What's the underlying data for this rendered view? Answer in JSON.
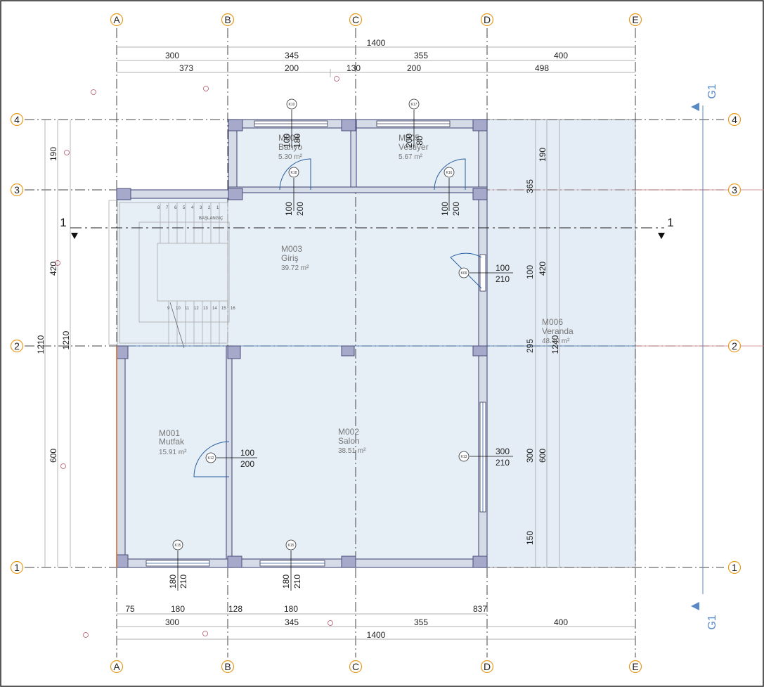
{
  "grid_columns": [
    {
      "label": "A"
    },
    {
      "label": "B"
    },
    {
      "label": "C"
    },
    {
      "label": "D"
    },
    {
      "label": "E"
    }
  ],
  "grid_rows": [
    {
      "label": "4"
    },
    {
      "label": "3"
    },
    {
      "label": "2"
    },
    {
      "label": "1"
    }
  ],
  "dims_top": {
    "overall": "1400",
    "row1": [
      "300",
      "345",
      "355",
      "400"
    ],
    "row2": [
      "373",
      "200",
      "130",
      "200",
      "498"
    ]
  },
  "dims_bottom": {
    "row1": [
      "75",
      "180",
      "128",
      "180",
      "837"
    ],
    "row2": [
      "300",
      "345",
      "355",
      "400"
    ],
    "overall": "1400"
  },
  "dims_left": {
    "outer": "1210",
    "mid": "1210",
    "inner": [
      "190",
      "420",
      "600"
    ]
  },
  "dims_right": {
    "outer": "1240",
    "mid": [
      "365",
      "420",
      "600"
    ],
    "inner": [
      "190",
      "100",
      "295",
      "300",
      "150"
    ]
  },
  "rooms": [
    {
      "code": "M001",
      "name": "Mutfak",
      "area": "15.91 m²"
    },
    {
      "code": "M002",
      "name": "Salon",
      "area": "38.51 m²"
    },
    {
      "code": "M003",
      "name": "Giriş",
      "area": "39.72 m²"
    },
    {
      "code": "M004",
      "name": "Banyo",
      "area": "5.30 m²"
    },
    {
      "code": "M005",
      "name": "Vestiyer",
      "area": "5.67 m²"
    },
    {
      "code": "M006",
      "name": "Veranda",
      "area": "48.40 m²"
    }
  ],
  "openings": [
    {
      "tag": "K10",
      "w": "100",
      "h": "180"
    },
    {
      "tag": "K17",
      "w": "200",
      "h": "80"
    },
    {
      "tag": "K18",
      "w": "100",
      "h": "200"
    },
    {
      "tag": "K16",
      "w": "100",
      "h": "200"
    },
    {
      "tag": "K09",
      "w": "100",
      "h": "210"
    },
    {
      "tag": "K12",
      "w": "100",
      "h": "200"
    },
    {
      "tag": "K13",
      "w": "300",
      "h": "210"
    },
    {
      "tag": "K15",
      "w": "180",
      "h": "210"
    },
    {
      "tag": "K15",
      "w": "180",
      "h": "210"
    }
  ],
  "section_marker": "1",
  "elevation_marker": "G1",
  "stair_steps_upper": [
    "8",
    "7",
    "6",
    "5",
    "4",
    "3",
    "2",
    "1"
  ],
  "stair_steps_lower": [
    "9",
    "10",
    "11",
    "12",
    "13",
    "14",
    "15",
    "16"
  ],
  "stair_note": "BAŞLANGIÇ"
}
